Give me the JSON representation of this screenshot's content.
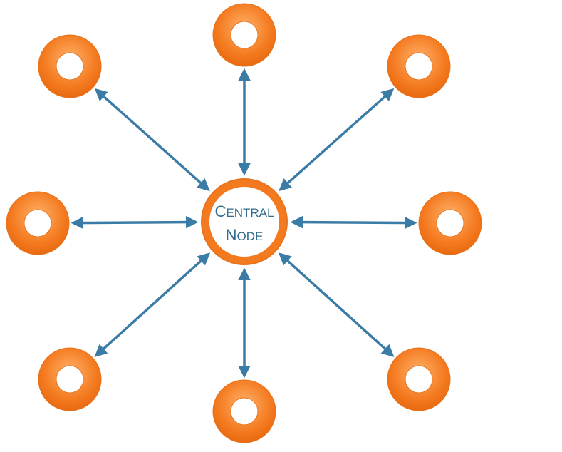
{
  "central_node": {
    "label_line1": "Central",
    "label_line2": "Node"
  },
  "colors": {
    "ring": "#f47a20",
    "ring_light": "#fba55a",
    "ring_stroke": "#e8731c",
    "arrow": "#3a7ca5",
    "text": "#2f6b8e"
  },
  "peripheral_nodes": [
    {
      "id": "top-left"
    },
    {
      "id": "top"
    },
    {
      "id": "top-right"
    },
    {
      "id": "left"
    },
    {
      "id": "right"
    },
    {
      "id": "bottom-left"
    },
    {
      "id": "bottom"
    },
    {
      "id": "bottom-right"
    }
  ]
}
